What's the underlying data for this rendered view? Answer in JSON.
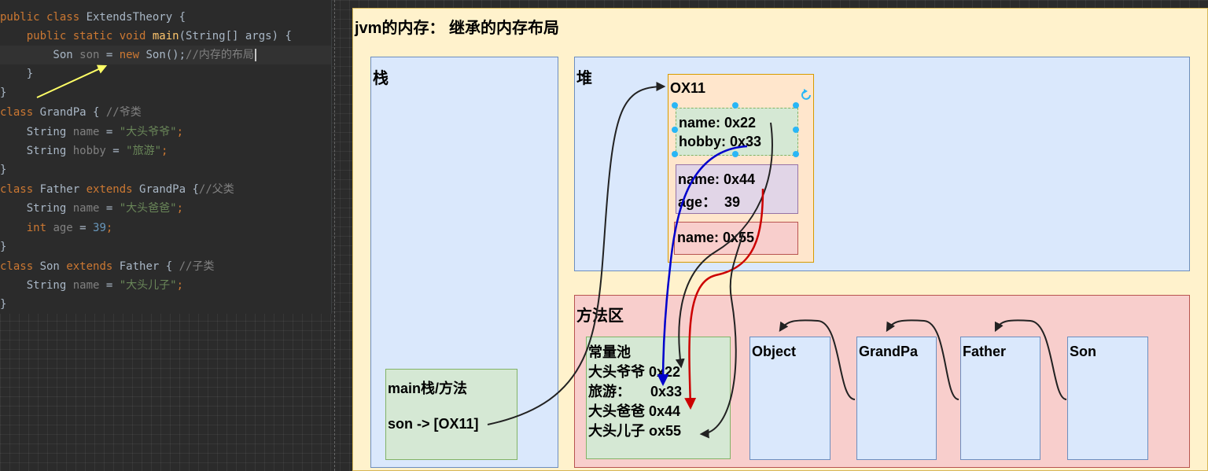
{
  "editor": {
    "line1": {
      "a": "public class ",
      "b": "ExtendsTheory {"
    },
    "line2": {
      "a": "    public static void ",
      "b": "main",
      "c": "(String[] args) {"
    },
    "line3": {
      "a": "        Son ",
      "b": "son",
      "c": " = ",
      "d": "new ",
      "e": "Son();",
      "f": "//内存的布局"
    },
    "line4": {
      "a": "    }"
    },
    "line5": {
      "a": "}"
    },
    "line6": {
      "a": "class ",
      "b": "GrandPa { ",
      "c": "//爷类"
    },
    "line7": {
      "a": "    String ",
      "b": "name",
      "c": " = ",
      "d": "\"大头爷爷\"",
      "e": ";"
    },
    "line8": {
      "a": "    String ",
      "b": "hobby",
      "c": " = ",
      "d": "\"旅游\"",
      "e": ";"
    },
    "line9": {
      "a": "}"
    },
    "line10": {
      "a": "class ",
      "b": "Father ",
      "c": "extends ",
      "d": "GrandPa {",
      "e": "//父类"
    },
    "line11": {
      "a": "    String ",
      "b": "name",
      "c": " = ",
      "d": "\"大头爸爸\"",
      "e": ";"
    },
    "line12": {
      "a": "    ",
      "b": "int ",
      "c": "age",
      "d": " = ",
      "e": "39",
      "f": ";"
    },
    "line13": {
      "a": "}"
    },
    "line14": {
      "a": "class ",
      "b": "Son ",
      "c": "extends ",
      "d": "Father { ",
      "e": "//子类"
    },
    "line15": {
      "a": "    String ",
      "b": "name",
      "c": " = ",
      "d": "\"大头儿子\"",
      "e": ";"
    },
    "line16": {
      "a": "}"
    }
  },
  "diagram": {
    "title": "jvm的内存： 继承的内存布局",
    "stack_label": "栈",
    "heap_label": "堆",
    "method_area_label": "方法区",
    "main_frame": {
      "title": "main栈/方法",
      "content": "son -> [OX11]"
    },
    "object_address": "OX11",
    "grandpa_fields": {
      "line1": "name: 0x22",
      "line2": "hobby: 0x33"
    },
    "father_fields": {
      "line1": "name: 0x44",
      "line2": "age：  39"
    },
    "son_fields": {
      "line1": "name: 0x55"
    },
    "constant_pool": {
      "title": "常量池",
      "entries": [
        "大头爷爷 0x22",
        "旅游：     0x33",
        "大头爸爸 0x44",
        "大头儿子 ox55"
      ]
    },
    "classes": [
      "Object",
      "GrandPa",
      "Father",
      "Son"
    ]
  },
  "colors": {
    "canvas_bg": "#fff2cc",
    "stack_bg": "#dae8fc",
    "method_area_bg": "#f8cecc",
    "object_bg": "#ffe6cc",
    "grandpa_bg": "#d5e8d4",
    "father_bg": "#e1d5e7",
    "son_bg": "#f8cecc",
    "constant_pool_bg": "#d5e8d4",
    "arrow_yellow": "#ffff66",
    "arrow_blue": "#0000cc",
    "arrow_red": "#cc0000"
  }
}
